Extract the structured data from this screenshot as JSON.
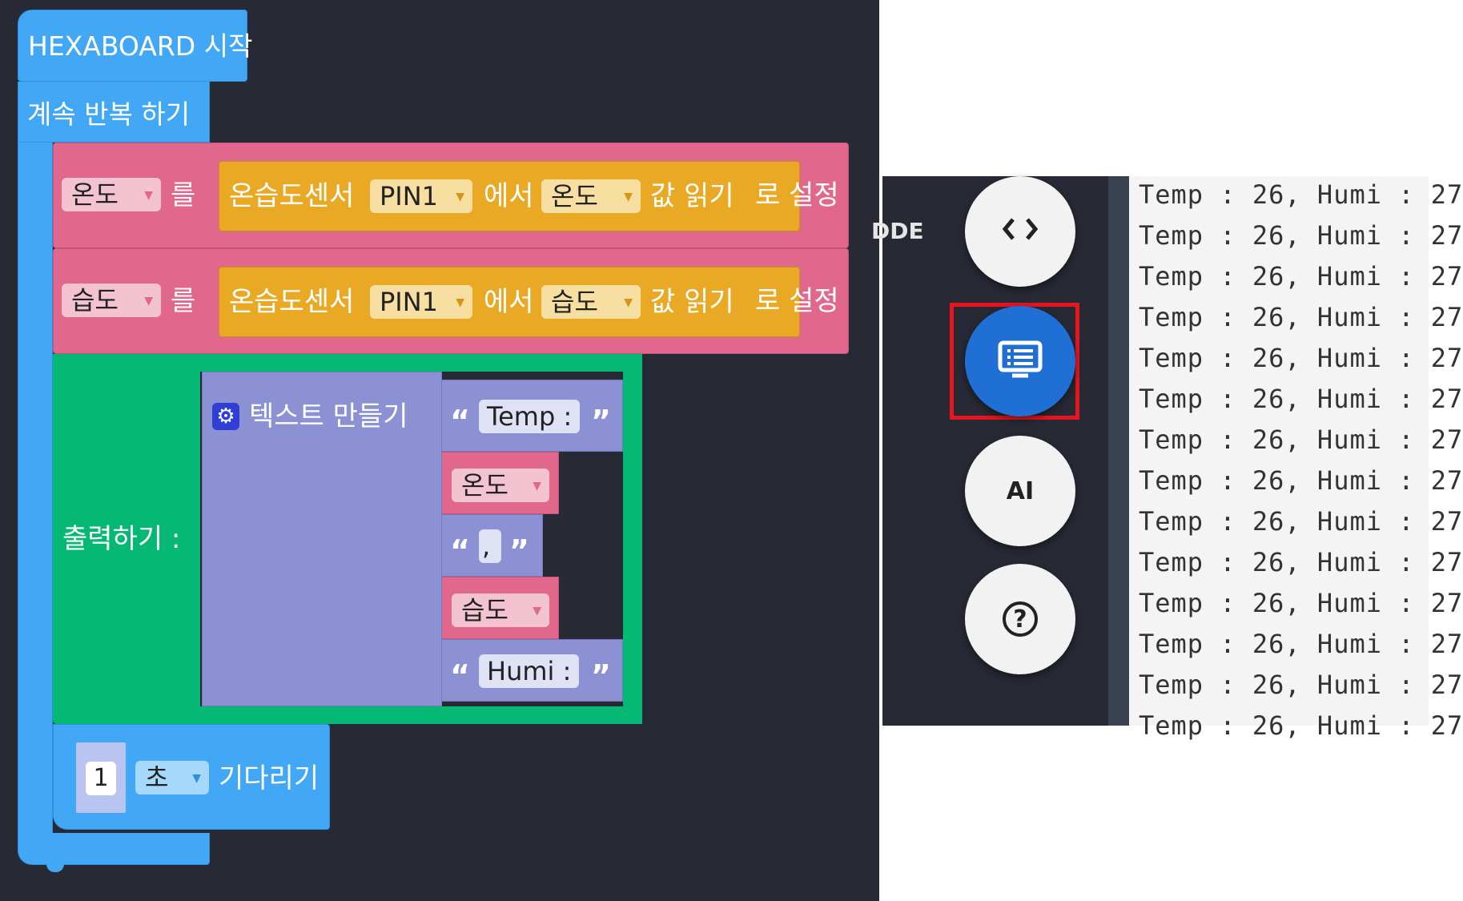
{
  "workspace": {
    "start_block": "HEXABOARD 시작",
    "loop_block": "계속 반복 하기",
    "set_rows": [
      {
        "variable": "온도",
        "particle": "를",
        "sensor_label": "온습도센서",
        "pin": "PIN1",
        "from_label": "에서",
        "measure": "온도",
        "read_label": "값 읽기",
        "set_label": "로 설정"
      },
      {
        "variable": "습도",
        "particle": "를",
        "sensor_label": "온습도센서",
        "pin": "PIN1",
        "from_label": "에서",
        "measure": "습도",
        "read_label": "값 읽기",
        "set_label": "로 설정"
      }
    ],
    "print_block": {
      "label": "출력하기 :",
      "join_label": "텍스트 만들기",
      "text1": "Temp :",
      "var1": "온도",
      "text2": ",",
      "var2": "습도",
      "text3": "Humi :"
    },
    "wait_block": {
      "value": "1",
      "unit": "초",
      "label": "기다리기"
    }
  },
  "sidepanel": {
    "cut_label": "DDE",
    "buttons": [
      {
        "name": "code",
        "icon": "code-icon",
        "label": "< >"
      },
      {
        "name": "serial-monitor",
        "icon": "monitor-icon",
        "label": "",
        "active": true,
        "highlight_color": "#e8141e"
      },
      {
        "name": "ai",
        "icon": "ai-icon",
        "label": "AI"
      },
      {
        "name": "help",
        "icon": "help-icon",
        "label": "?"
      }
    ]
  },
  "console": {
    "lines": [
      "Temp : 26, Humi : 27",
      "Temp : 26, Humi : 27",
      "Temp : 26, Humi : 27",
      "Temp : 26, Humi : 27",
      "Temp : 26, Humi : 27",
      "Temp : 26, Humi : 27",
      "Temp : 26, Humi : 27",
      "Temp : 26, Humi : 27",
      "Temp : 26, Humi : 27",
      "Temp : 26, Humi : 27",
      "Temp : 26, Humi : 27",
      "Temp : 26, Humi : 27",
      "Temp : 26, Humi : 27",
      "Temp : 26, Humi : 27"
    ]
  },
  "colors": {
    "workspace_bg": "#272a35",
    "control_block": "#42a8f5",
    "variable_block": "#e2678d",
    "sensor_block": "#e9a925",
    "print_block": "#05b975",
    "text_block": "#8b91d3",
    "active_button": "#1f6fd4",
    "highlight": "#e8141e"
  }
}
